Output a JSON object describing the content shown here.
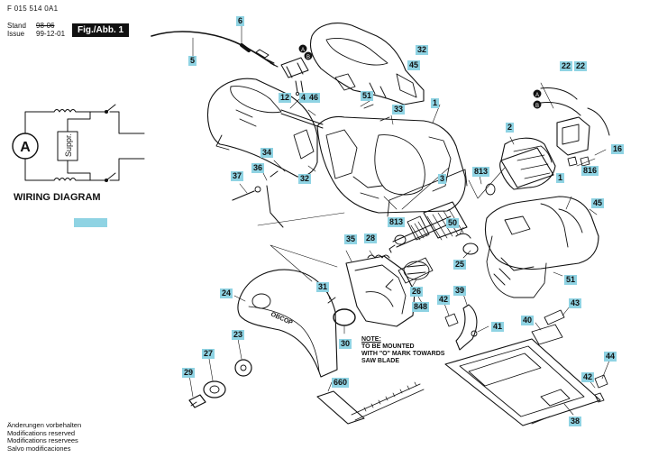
{
  "header": {
    "doc_number": "F 015 514 0A1",
    "stand_label": "Stand",
    "issue_label": "Issue",
    "old_date": "98-06",
    "date": "99-12-01",
    "figure_label": "Fig./Abb. 1"
  },
  "wiring": {
    "title": "WIRING DIAGRAM",
    "motor_label": "A",
    "suppressor_label": "Suppr."
  },
  "note": {
    "heading": "NOTE:",
    "lines": [
      "TO BE MOUNTED",
      "WITH \"O\" MARK TOWARDS",
      "SAW BLADE"
    ]
  },
  "guard_marking": "OBCOP",
  "footer_notes": [
    "Änderungen vorbehalten",
    "Modifications reserved",
    "Modifications reservees",
    "Salvo modificaciones"
  ],
  "callouts": {
    "p6": "6",
    "p5": "5",
    "p32a": "32",
    "p45a": "45",
    "p12": "12",
    "p4": "4",
    "p46": "46",
    "p51a": "51",
    "p33": "33",
    "p1a": "1",
    "p2": "2",
    "p22a": "22",
    "p22b": "22",
    "p16": "16",
    "p816": "816",
    "p813a": "813",
    "p3": "3",
    "p34": "34",
    "p36": "36",
    "p37": "37",
    "p32b": "32",
    "p1b": "1",
    "p45b": "45",
    "p813b": "813",
    "p50": "50",
    "p35": "35",
    "p28": "28",
    "p25": "25",
    "p51b": "51",
    "p24": "24",
    "p31": "31",
    "p26": "26",
    "p848": "848",
    "p42a": "42",
    "p39": "39",
    "p43": "43",
    "p40": "40",
    "p41": "41",
    "p23": "23",
    "p30": "30",
    "p27": "27",
    "p29": "29",
    "p660": "660",
    "p44": "44",
    "p42b": "42",
    "p38": "38"
  },
  "wire_markers": [
    "A",
    "B",
    "A",
    "B"
  ]
}
